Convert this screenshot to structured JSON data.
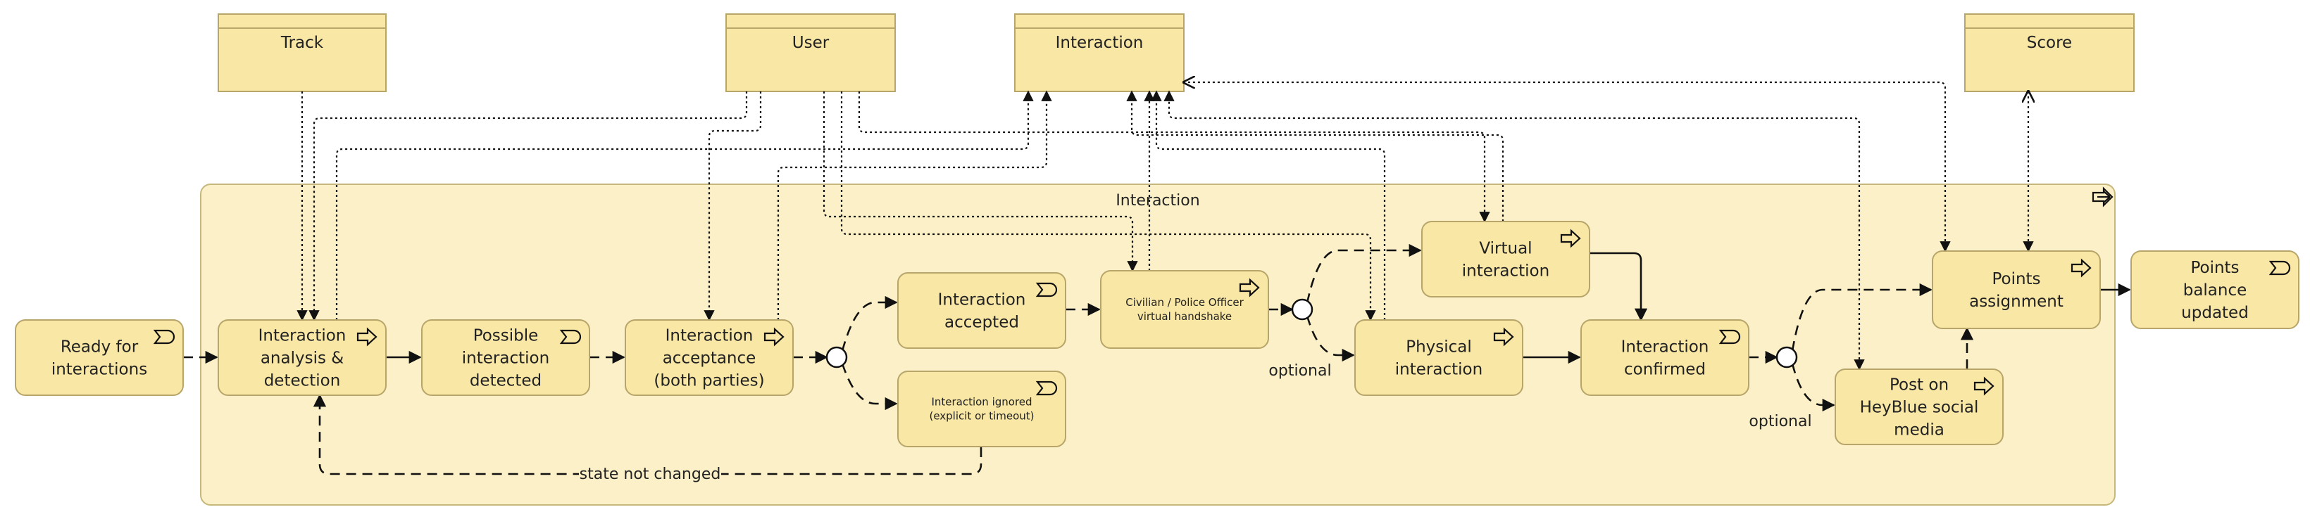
{
  "data_objects": [
    {
      "id": "track",
      "label": "Track"
    },
    {
      "id": "user",
      "label": "User"
    },
    {
      "id": "interaction",
      "label": "Interaction"
    },
    {
      "id": "score",
      "label": "Score"
    }
  ],
  "container": {
    "label": "Interaction"
  },
  "events": [
    {
      "id": "ready",
      "lines": [
        "Ready for",
        "interactions"
      ]
    },
    {
      "id": "possible",
      "lines": [
        "Possible",
        "interaction",
        "detected"
      ]
    },
    {
      "id": "accepted",
      "lines": [
        "Interaction",
        "accepted"
      ]
    },
    {
      "id": "ignored",
      "lines": [
        "Interaction ignored",
        "(explicit or timeout)"
      ]
    },
    {
      "id": "confirmed",
      "lines": [
        "Interaction",
        "confirmed"
      ]
    },
    {
      "id": "balance",
      "lines": [
        "Points",
        "balance",
        "updated"
      ]
    }
  ],
  "processes": [
    {
      "id": "analysis",
      "lines": [
        "Interaction",
        "analysis &",
        "detection"
      ]
    },
    {
      "id": "acceptance",
      "lines": [
        "Interaction",
        "acceptance",
        "(both parties)"
      ]
    },
    {
      "id": "handshake",
      "lines": [
        "Civilian / Police Officer",
        "virtual handshake"
      ]
    },
    {
      "id": "virtual",
      "lines": [
        "Virtual",
        "interaction"
      ]
    },
    {
      "id": "physical",
      "lines": [
        "Physical",
        "interaction"
      ]
    },
    {
      "id": "post",
      "lines": [
        "Post on",
        "HeyBlue social",
        "media"
      ]
    },
    {
      "id": "points",
      "lines": [
        "Points",
        "assignment"
      ]
    }
  ],
  "edge_labels": {
    "state_not_changed": "state not changed",
    "optional_1": "optional",
    "optional_2": "optional"
  }
}
